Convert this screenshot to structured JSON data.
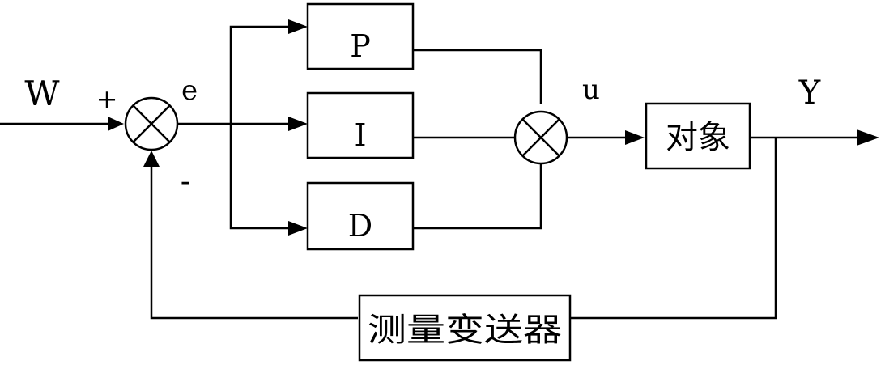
{
  "signals": {
    "input": "W",
    "error": "e",
    "control": "u",
    "output": "Y"
  },
  "signs": {
    "plus": "+",
    "minus": "-"
  },
  "blocks": {
    "p": "P",
    "i": "I",
    "d": "D",
    "plant": "对象",
    "sensor": "测量变送器"
  }
}
